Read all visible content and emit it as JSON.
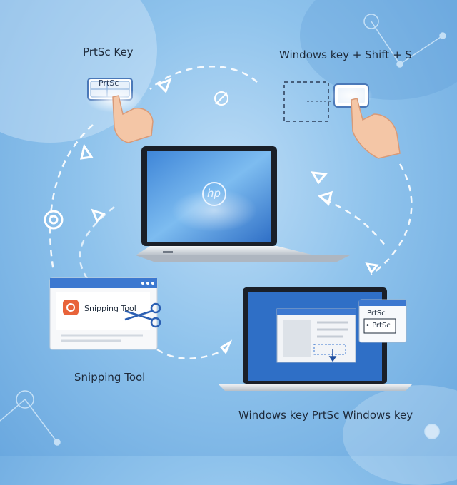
{
  "labels": {
    "prtsc_key": "PrtSc Key",
    "win_shift_s": "Windows key + Shift + S",
    "snipping_tool": "Snipping Tool",
    "win_prtsc_win": "Windows key PrtSc Windows key"
  },
  "keys": {
    "prtsc_keycap": "PrtSc",
    "popup_prtsc_1": "PrtSc",
    "popup_prtsc_2": "• PrtSc"
  },
  "snipping_window": {
    "title": "Snipping Tool"
  },
  "laptop": {
    "logo": "hp"
  },
  "colors": {
    "accent_blue": "#3a73c8",
    "window_bar": "#3c78d0",
    "snip_orange": "#e8633a",
    "text_dark": "#1e2a3a"
  },
  "icons": [
    "pointing-hand-icon",
    "scissors-icon",
    "snipping-tool-icon",
    "target-icon",
    "refresh-arrow-icon",
    "cursor-icon"
  ]
}
